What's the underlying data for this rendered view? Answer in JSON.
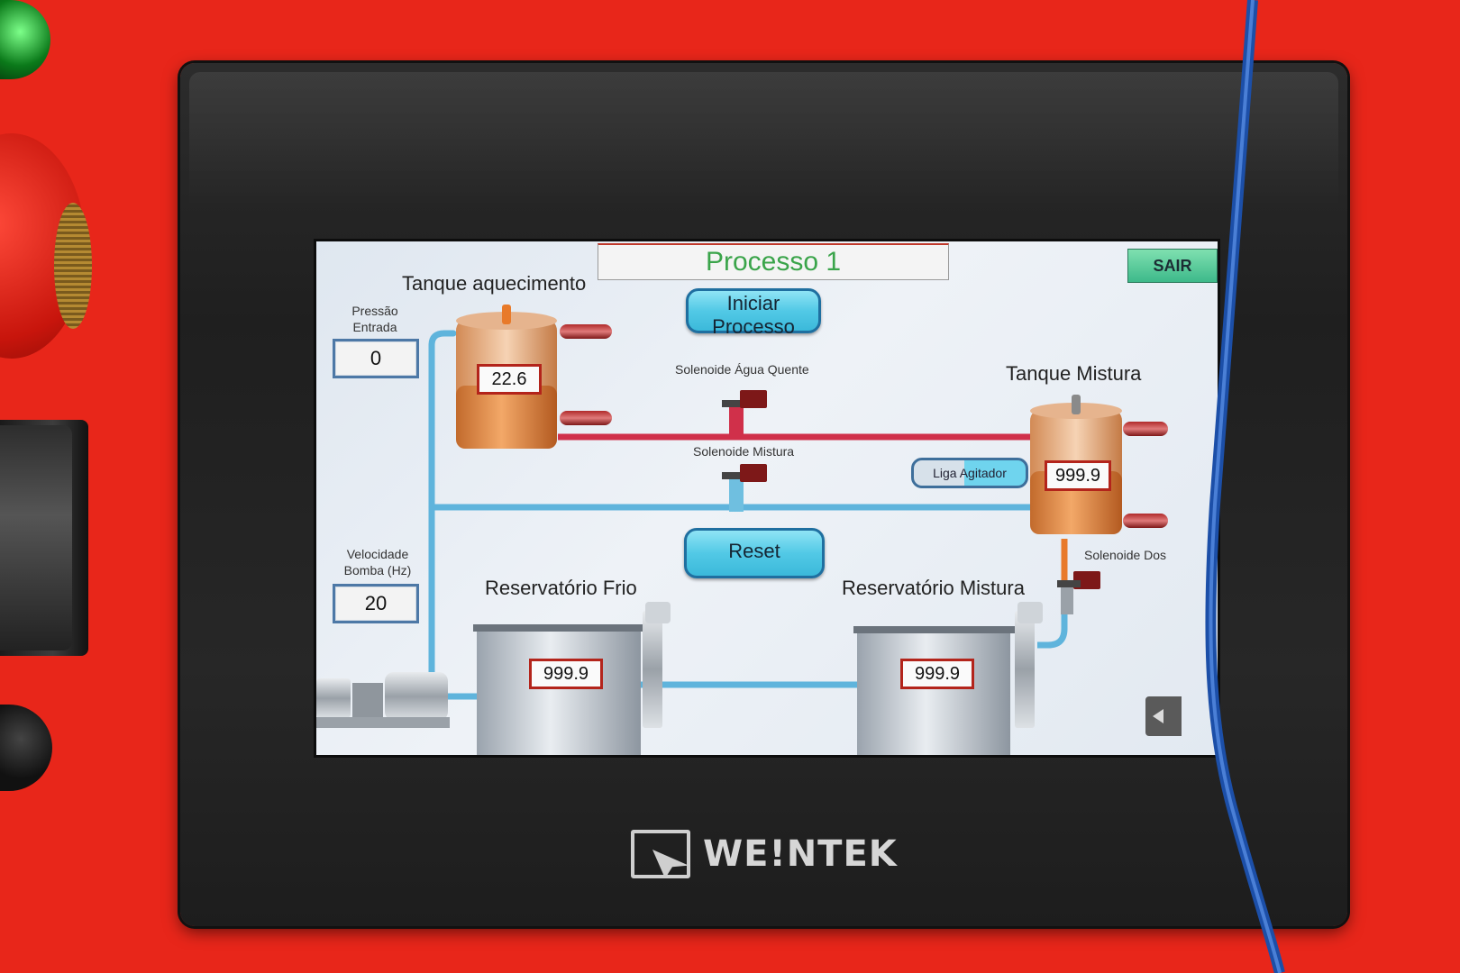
{
  "hmi": {
    "screen_title": "Processo 1",
    "exit_button_label": "SAIR",
    "start_button_label_line1": "Iniciar",
    "start_button_label_line2": "Processo",
    "reset_button_label": "Reset",
    "agitator_toggle_label": "Liga Agitador"
  },
  "labels": {
    "heating_tank": "Tanque aquecimento",
    "mixing_tank": "Tanque Mistura",
    "cold_reservoir": "Reservatório Frio",
    "mixing_reservoir": "Reservatório Mistura",
    "hot_water_solenoid": "Solenoide Água Quente",
    "mix_solenoid": "Solenoide Mistura",
    "dosing_solenoid": "Solenoide Dos",
    "inlet_pressure_line1": "Pressão",
    "inlet_pressure_line2": "Entrada",
    "pump_speed_line1": "Velocidade",
    "pump_speed_line2": "Bomba (Hz)"
  },
  "values": {
    "inlet_pressure": "0",
    "pump_speed_hz": "20",
    "heating_tank_temp": "22.6",
    "mixing_tank_value": "999.9",
    "cold_reservoir_value": "999.9",
    "mixing_reservoir_value": "999.9"
  },
  "device": {
    "brand": "WE!NTEK"
  },
  "colors": {
    "hot_pipe": "#d0304a",
    "cold_pipe": "#5fb4dc",
    "button_fill": "#52c9e6",
    "title_text": "#3aa44a",
    "sair_fill": "#4cc795",
    "enclosure": "#e8261a"
  }
}
